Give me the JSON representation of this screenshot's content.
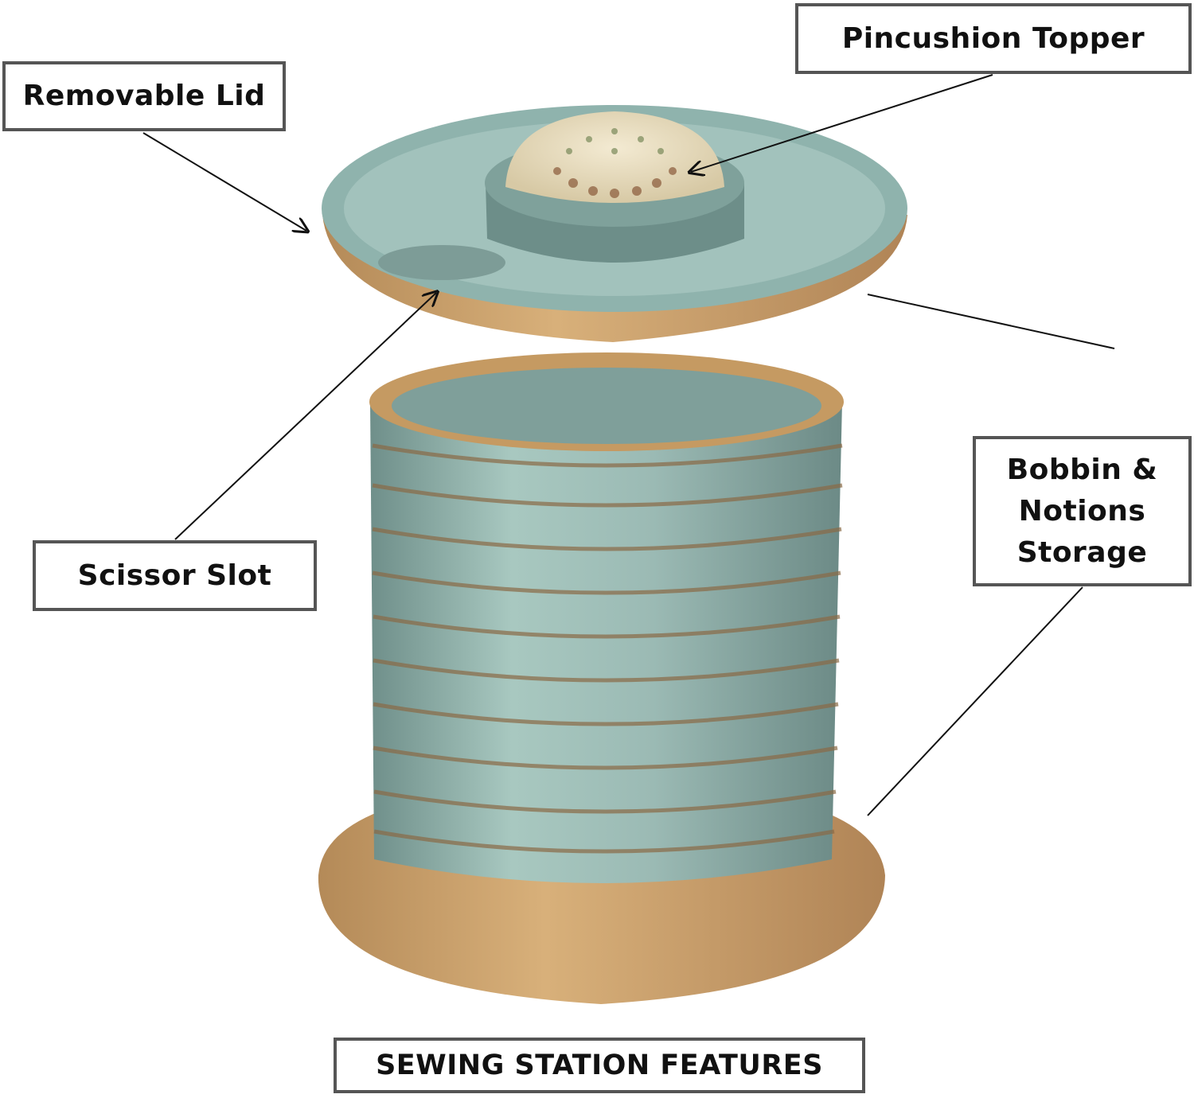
{
  "labels": {
    "removable_lid": "Removable Lid",
    "pincushion_topper": "Pincushion Topper",
    "scissor_slot": "Scissor Slot",
    "storage_line1": "Bobbin &",
    "storage_line2": "Notions",
    "storage_line3": "Storage",
    "title": "SEWING STATION FEATURES"
  },
  "colors": {
    "glaze": "#8fb3ad",
    "clay": "#c9a06a",
    "border": "#555555"
  }
}
